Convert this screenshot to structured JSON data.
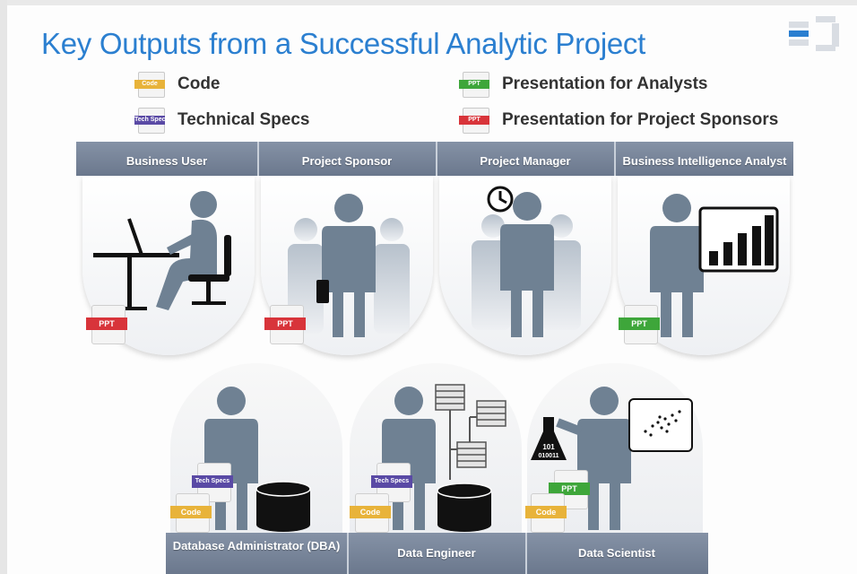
{
  "title": "Key Outputs from a Successful Analytic Project",
  "legend": {
    "code": {
      "label": "Code",
      "badge": "Code",
      "color": "#e8b33a"
    },
    "tech_specs": {
      "label": "Technical Specs",
      "badge": "Tech Specs",
      "color": "#5a4aa5"
    },
    "ppt_analysts": {
      "label": "Presentation for Analysts",
      "badge": "PPT",
      "color": "#3ea63a"
    },
    "ppt_sponsors": {
      "label": "Presentation for Project Sponsors",
      "badge": "PPT",
      "color": "#d8343a"
    }
  },
  "roles_top": [
    {
      "label": "Business User",
      "output": "PPT"
    },
    {
      "label": "Project Sponsor",
      "output": "PPT"
    },
    {
      "label": "Project Manager",
      "output": ""
    },
    {
      "label": "Business Intelligence Analyst",
      "output": "PPT"
    }
  ],
  "roles_bottom": [
    {
      "label": "Database Administrator (DBA)",
      "outputs": [
        "Tech Specs",
        "Code"
      ]
    },
    {
      "label": "Data Engineer",
      "outputs": [
        "Tech Specs",
        "Code"
      ]
    },
    {
      "label": "Data Scientist",
      "outputs": [
        "PPT",
        "Code"
      ]
    }
  ],
  "flask_text": "101 010011",
  "colors": {
    "title": "#2b7fd0",
    "figure": "#6f8193",
    "band": "#76839a"
  }
}
